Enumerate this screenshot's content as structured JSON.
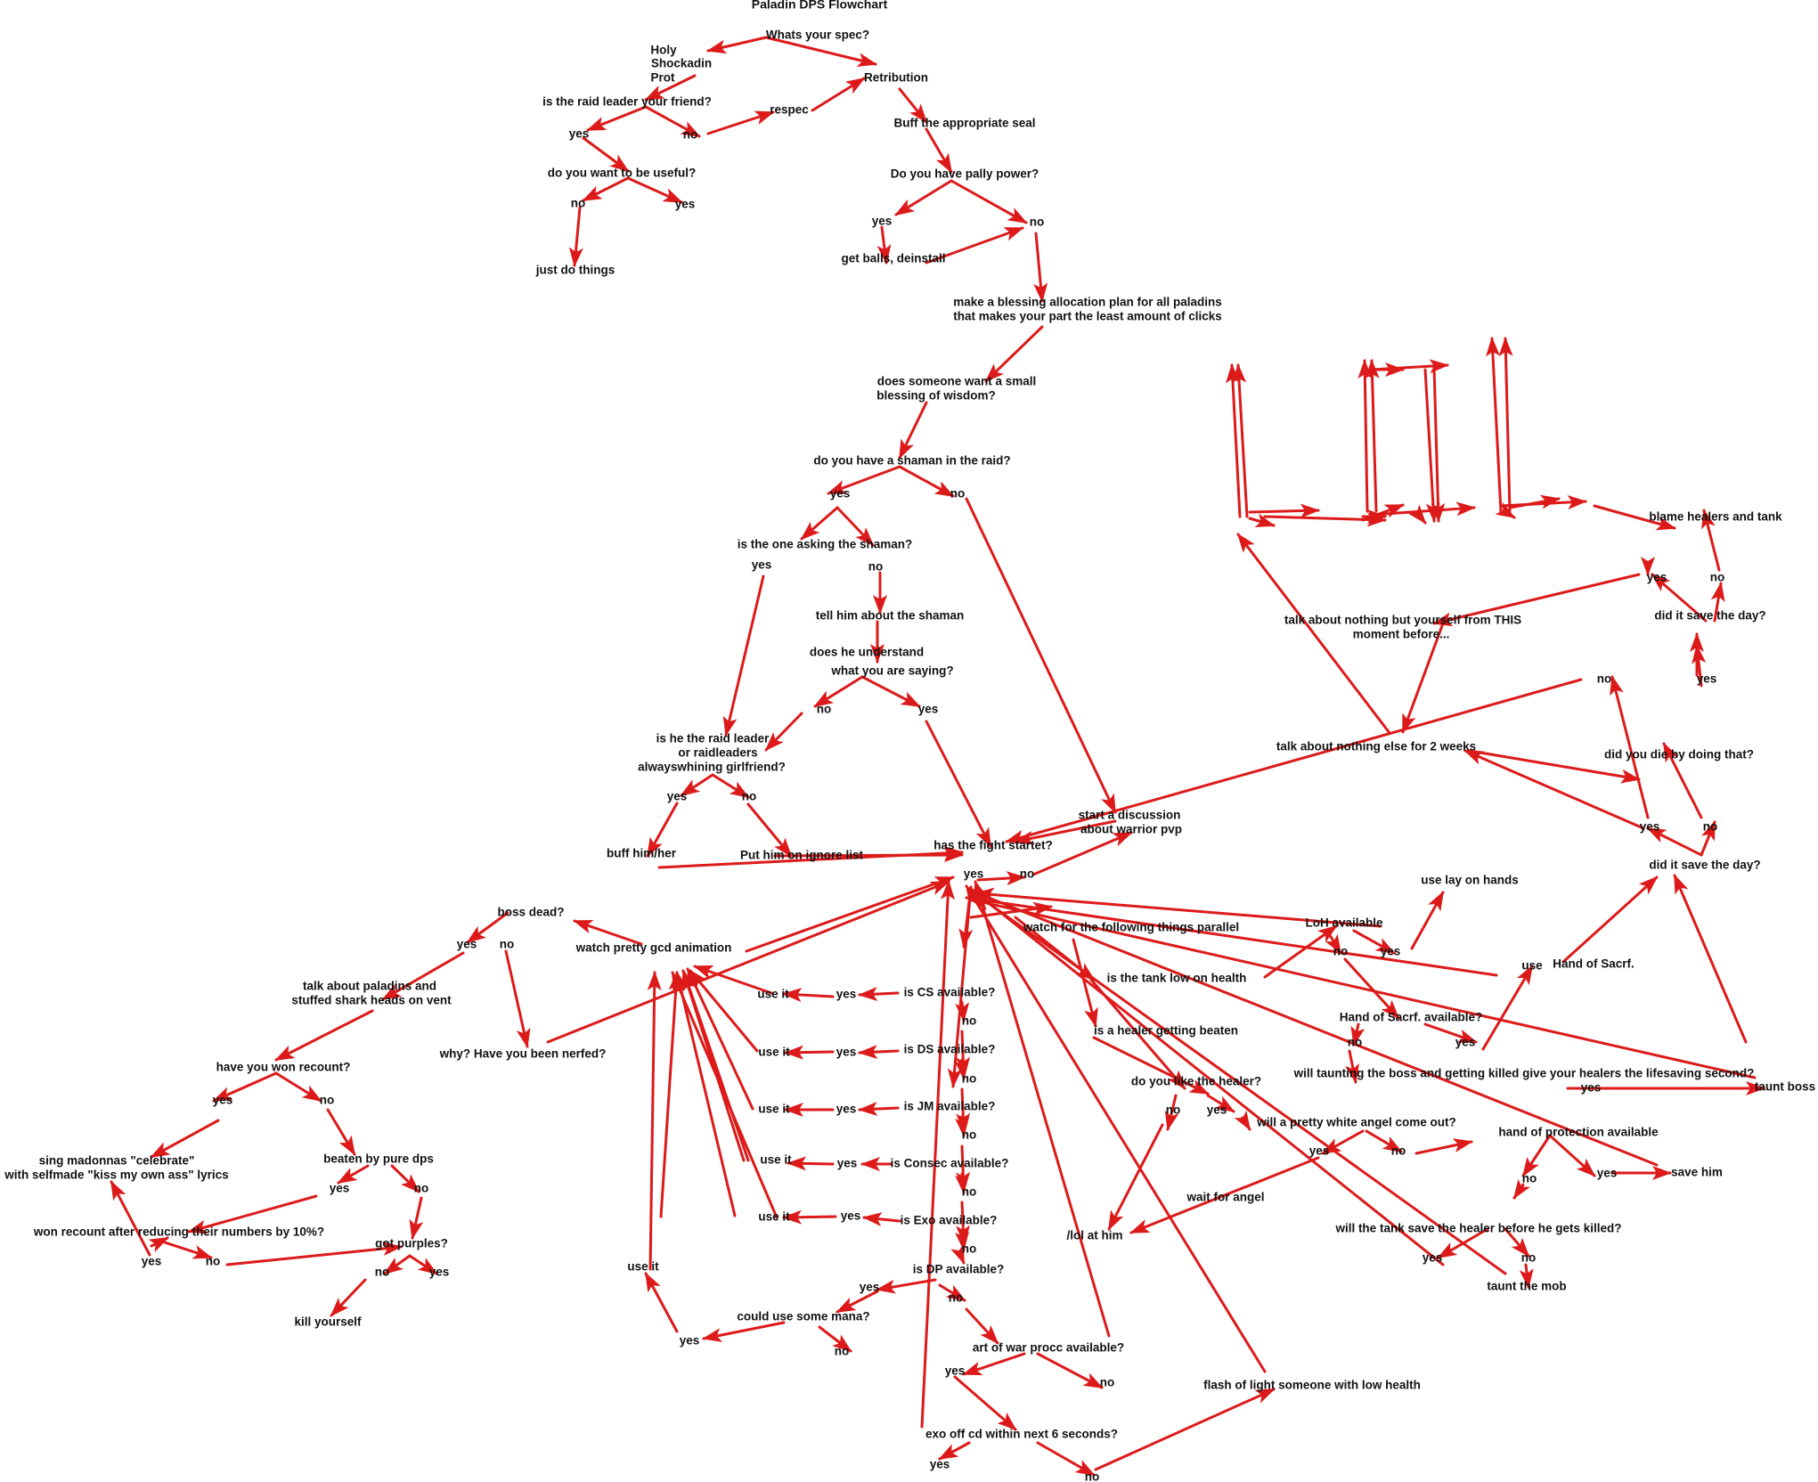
{
  "title": "Paladin DPS Flowchart",
  "colors": {
    "arrow": "#dd1a1a",
    "text": "#111111",
    "background": "#ffffff"
  },
  "labels": {
    "spec": "Whats your spec?",
    "holy": "Holy",
    "shockadin": "Shockadin",
    "prot": "Prot",
    "raidleader_friend": "is the raid leader your friend?",
    "rl_yes": "yes",
    "rl_no": "no",
    "respec": "respec",
    "retribution": "Retribution",
    "useful": "do you want to be useful?",
    "useful_no": "no",
    "useful_yes": "yes",
    "just_do": "just do things",
    "buff_seal": "Buff the appropriate seal",
    "pally_power": "Do you have pally power?",
    "pp_yes": "yes",
    "pp_no": "no",
    "get_balls": "get balls, deinstall",
    "blessing_plan_1": "make a blessing allocation plan for all paladins",
    "blessing_plan_2": "that makes your part the least amount of clicks",
    "small_wisdom_1": "does someone want a small",
    "small_wisdom_2": "blessing of wisdom?",
    "shaman_raid": "do you have a shaman in the raid?",
    "sh_yes": "yes",
    "sh_no": "no",
    "asking_shaman": "is the one asking the shaman?",
    "ask_yes": "yes",
    "ask_no": "no",
    "tell_shaman": "tell him about the shaman",
    "understand_1": "does he understand",
    "understand_2": "what you are saying?",
    "und_no": "no",
    "und_yes": "yes",
    "rl_gf_1": "is he the raid leader",
    "rl_gf_2": "or raidleaders",
    "rl_gf_3": "alwayswhining girlfriend?",
    "gf_yes": "yes",
    "gf_no": "no",
    "buff_him": "buff him/her",
    "ignore_list": "Put him on ignore list",
    "warrior_pvp_1": "start a discussion",
    "warrior_pvp_2": "about warrior pvp",
    "fight_started": "has the fight startet?",
    "fs_yes": "yes",
    "fs_no": "no",
    "boss_dead": "boss dead?",
    "bd_yes": "yes",
    "bd_no": "no",
    "gcd": "watch pretty gcd animation",
    "shark_1": "talk about paladins and",
    "shark_2": "stuffed shark heads on vent",
    "nerfed": "why? Have you been nerfed?",
    "won_recount": "have you won recount?",
    "wr_yes": "yes",
    "wr_no": "no",
    "madonna_1": "sing madonnas \"celebrate\"",
    "madonna_2": "with selfmade \"kiss my own ass\" lyrics",
    "pure_dps": "beaten by pure dps",
    "pd_yes": "yes",
    "pd_no": "no",
    "reduce_10": "won recount after reducing their numbers by 10%?",
    "rd_yes": "yes",
    "rd_no": "no",
    "purples": "got purples?",
    "pu_no": "no",
    "pu_yes": "yes",
    "kill_yourself": "kill yourself",
    "use_cs": "use it",
    "yes_cs": "yes",
    "cs": "is CS available?",
    "no_cs": "no",
    "use_ds": "use it",
    "yes_ds": "yes",
    "ds": "is DS available?",
    "no_ds": "no",
    "use_jm": "use it",
    "yes_jm": "yes",
    "jm": "is JM available?",
    "no_jm": "no",
    "use_consec": "use it",
    "yes_consec": "yes",
    "consec": "is Consec available?",
    "no_consec": "no",
    "use_exo": "use it",
    "yes_exo": "yes",
    "exo": "is Exo available?",
    "no_exo": "no",
    "dp": "is DP available?",
    "dp_yes": "yes",
    "dp_no": "no",
    "use_it_dp": "use it",
    "mana": "could use some mana?",
    "mana_yes": "yes",
    "mana_no": "no",
    "aow": "art of war procc available?",
    "aow_yes": "yes",
    "aow_no": "no",
    "exo_cd": "exo off cd within next 6 seconds?",
    "exocd_yes": "yes",
    "exocd_no": "no",
    "flash": "flash of light someone with low health",
    "watch_parallel": "watch for the following things parallel",
    "tank_low": "is the tank low on health",
    "healer_beaten": "is a healer getting beaten",
    "like_healer": "do you like the healer?",
    "lh_no": "no",
    "lh_yes": "yes",
    "lol": "/lol at him",
    "angel": "will a pretty white angel come out?",
    "angel_yes": "yes",
    "angel_no": "no",
    "wait_angel": "wait for angel",
    "hop": "hand of protection available",
    "hop_no": "no",
    "hop_yes": "yes",
    "save_him": "save him",
    "tank_save": "will the tank save the healer before he gets killed?",
    "ts_yes": "yes",
    "ts_no": "no",
    "taunt_mob": "taunt the mob",
    "lay_on_hands": "use lay on hands",
    "loh": "LoH available",
    "loh_no": "no",
    "loh_yes": "yes",
    "use_hos": "use",
    "hos": "Hand of Sacrf.",
    "hos_avail": "Hand of Sacrf. available?",
    "hosa_no": "no",
    "hosa_yes": "yes",
    "taunt_q": "will taunting the boss and getting killed give your healers the lifesaving second?",
    "taunt_yes": "yes",
    "taunt_boss": "taunt boss",
    "save_day_1": "did it save the day?",
    "sd1_yes": "yes",
    "sd1_no": "no",
    "die": "did you die by doing that?",
    "die_no": "no",
    "die_yes": "yes",
    "save_day_2": "did it save the day?",
    "sd2_yes": "yes",
    "sd2_no": "no",
    "blame": "blame healers and tank",
    "talk_2weeks": "talk about nothing else for 2 weeks",
    "talk_self_1": "talk about nothing but yourself from THIS",
    "talk_self_2": "moment before..."
  }
}
